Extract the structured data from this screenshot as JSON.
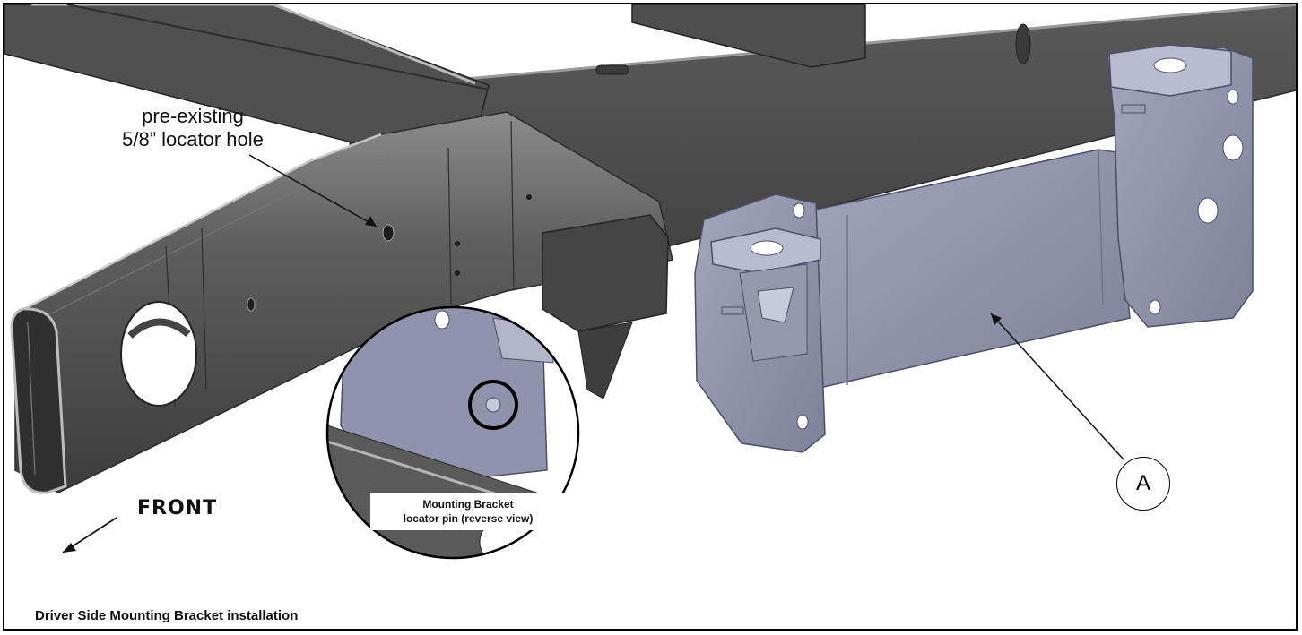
{
  "callout_hole": {
    "line1": "pre-existing",
    "line2": "5/8” locator hole"
  },
  "inset": {
    "line1": "Mounting Bracket",
    "line2": "locator pin (reverse view)"
  },
  "direction_label": "FRONT",
  "part_callout": "A",
  "caption": "Driver Side Mounting Bracket installation",
  "colors": {
    "frame_dark": "#4a4a4a",
    "frame_mid": "#5c5c5c",
    "frame_light": "#8a8a8a",
    "bracket": "#8b8fa8",
    "bracket_light": "#a6aabf",
    "bracket_dark": "#6e7290"
  }
}
